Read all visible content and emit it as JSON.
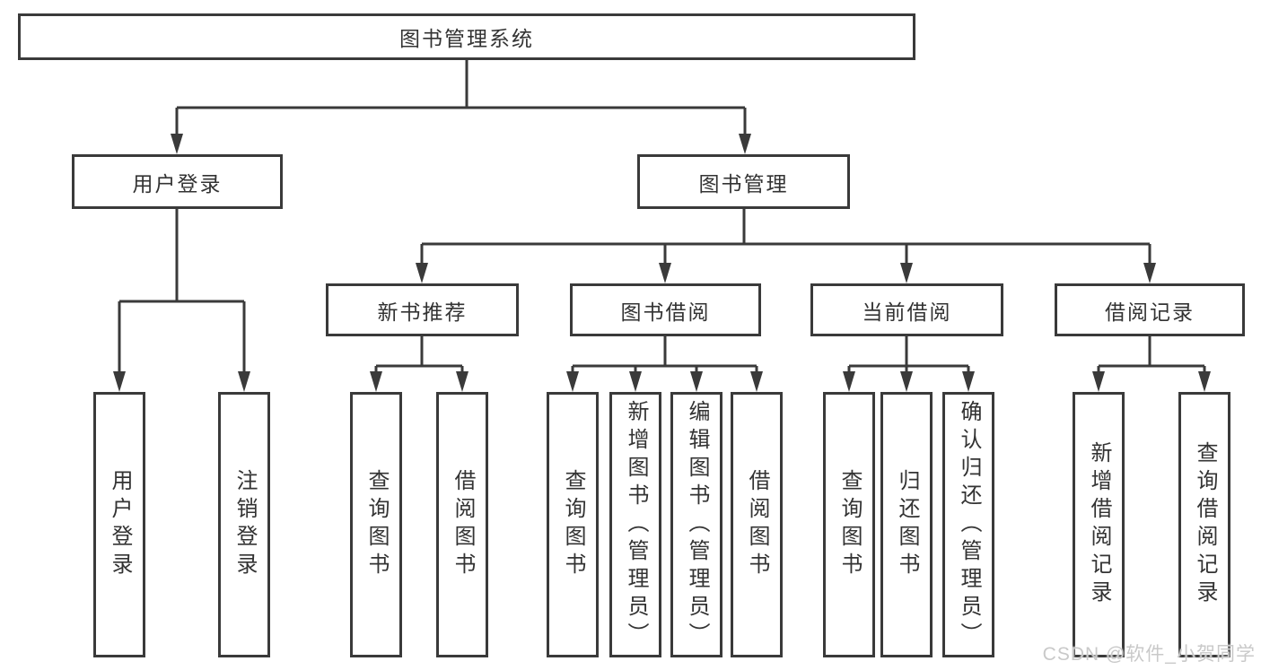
{
  "tree": {
    "root": {
      "label": "图书管理系统"
    },
    "children": [
      {
        "label": "用户登录",
        "children": [
          {
            "label": "用户登录"
          },
          {
            "label": "注销登录"
          }
        ]
      },
      {
        "label": "图书管理",
        "children": [
          {
            "label": "新书推荐",
            "children": [
              {
                "label": "查询图书"
              },
              {
                "label": "借阅图书"
              }
            ]
          },
          {
            "label": "图书借阅",
            "children": [
              {
                "label": "查询图书"
              },
              {
                "label": "新增图书（管理员）"
              },
              {
                "label": "编辑图书（管理员）"
              },
              {
                "label": "借阅图书"
              }
            ]
          },
          {
            "label": "当前借阅",
            "children": [
              {
                "label": "查询图书"
              },
              {
                "label": "归还图书"
              },
              {
                "label": "确认归还（管理员）"
              }
            ]
          },
          {
            "label": "借阅记录",
            "children": [
              {
                "label": "新增借阅记录"
              },
              {
                "label": "查询借阅记录"
              }
            ]
          }
        ]
      }
    ]
  },
  "watermark": {
    "text": "CSDN @软件_小贺同学"
  },
  "colors": {
    "line": "#3a3a3a",
    "box_border": "#3a3a3a",
    "text": "#333333",
    "watermark": "#c9c9c9",
    "background": "#ffffff"
  }
}
